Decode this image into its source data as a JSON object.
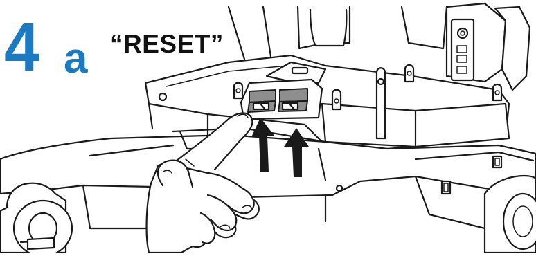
{
  "step": {
    "number": "4",
    "letter": "a",
    "label": "“RESET”"
  },
  "colors": {
    "step_accent": "#1b7ac0",
    "ink": "#1a1a1a",
    "switch_gray": "#8e8e8e"
  }
}
